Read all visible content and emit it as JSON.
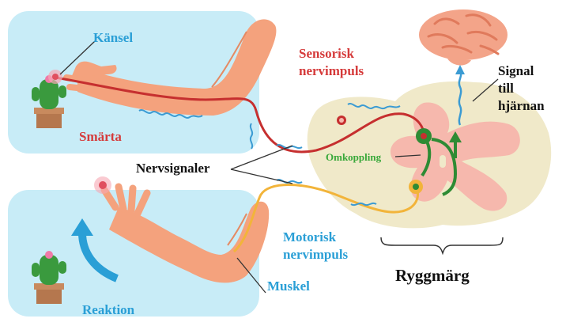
{
  "labels": {
    "kansel": "Känsel",
    "smarta": "Smärta",
    "sensorisk": "Sensorisk",
    "nervimpuls_1": "nervimpuls",
    "signal": "Signal",
    "till": "till",
    "hjarnan": "hjärnan",
    "omkoppling": "Omkoppling",
    "nervsignaler": "Nervsignaler",
    "motorisk": "Motorisk",
    "nervimpuls_2": "nervimpuls",
    "muskel": "Muskel",
    "ryggmarg": "Ryggmärg",
    "reaktion": "Reaktion"
  },
  "colors": {
    "panel": "#c8ecf7",
    "skin": "#f4a27d",
    "skin_dark": "#e58a63",
    "sensory_nerve": "#c62f2f",
    "motor_nerve": "#f2b43a",
    "spinal_outer": "#f0e9c9",
    "spinal_inner": "#f6b8ad",
    "interneuron": "#2e8b34",
    "brain": "#f3a489",
    "signal_wave": "#3b9bd3",
    "arrow": "#2a9fd6"
  },
  "icons": [
    "cactus-icon",
    "brain-icon",
    "arm-icon",
    "hand-icon",
    "curved-arrow-icon"
  ]
}
